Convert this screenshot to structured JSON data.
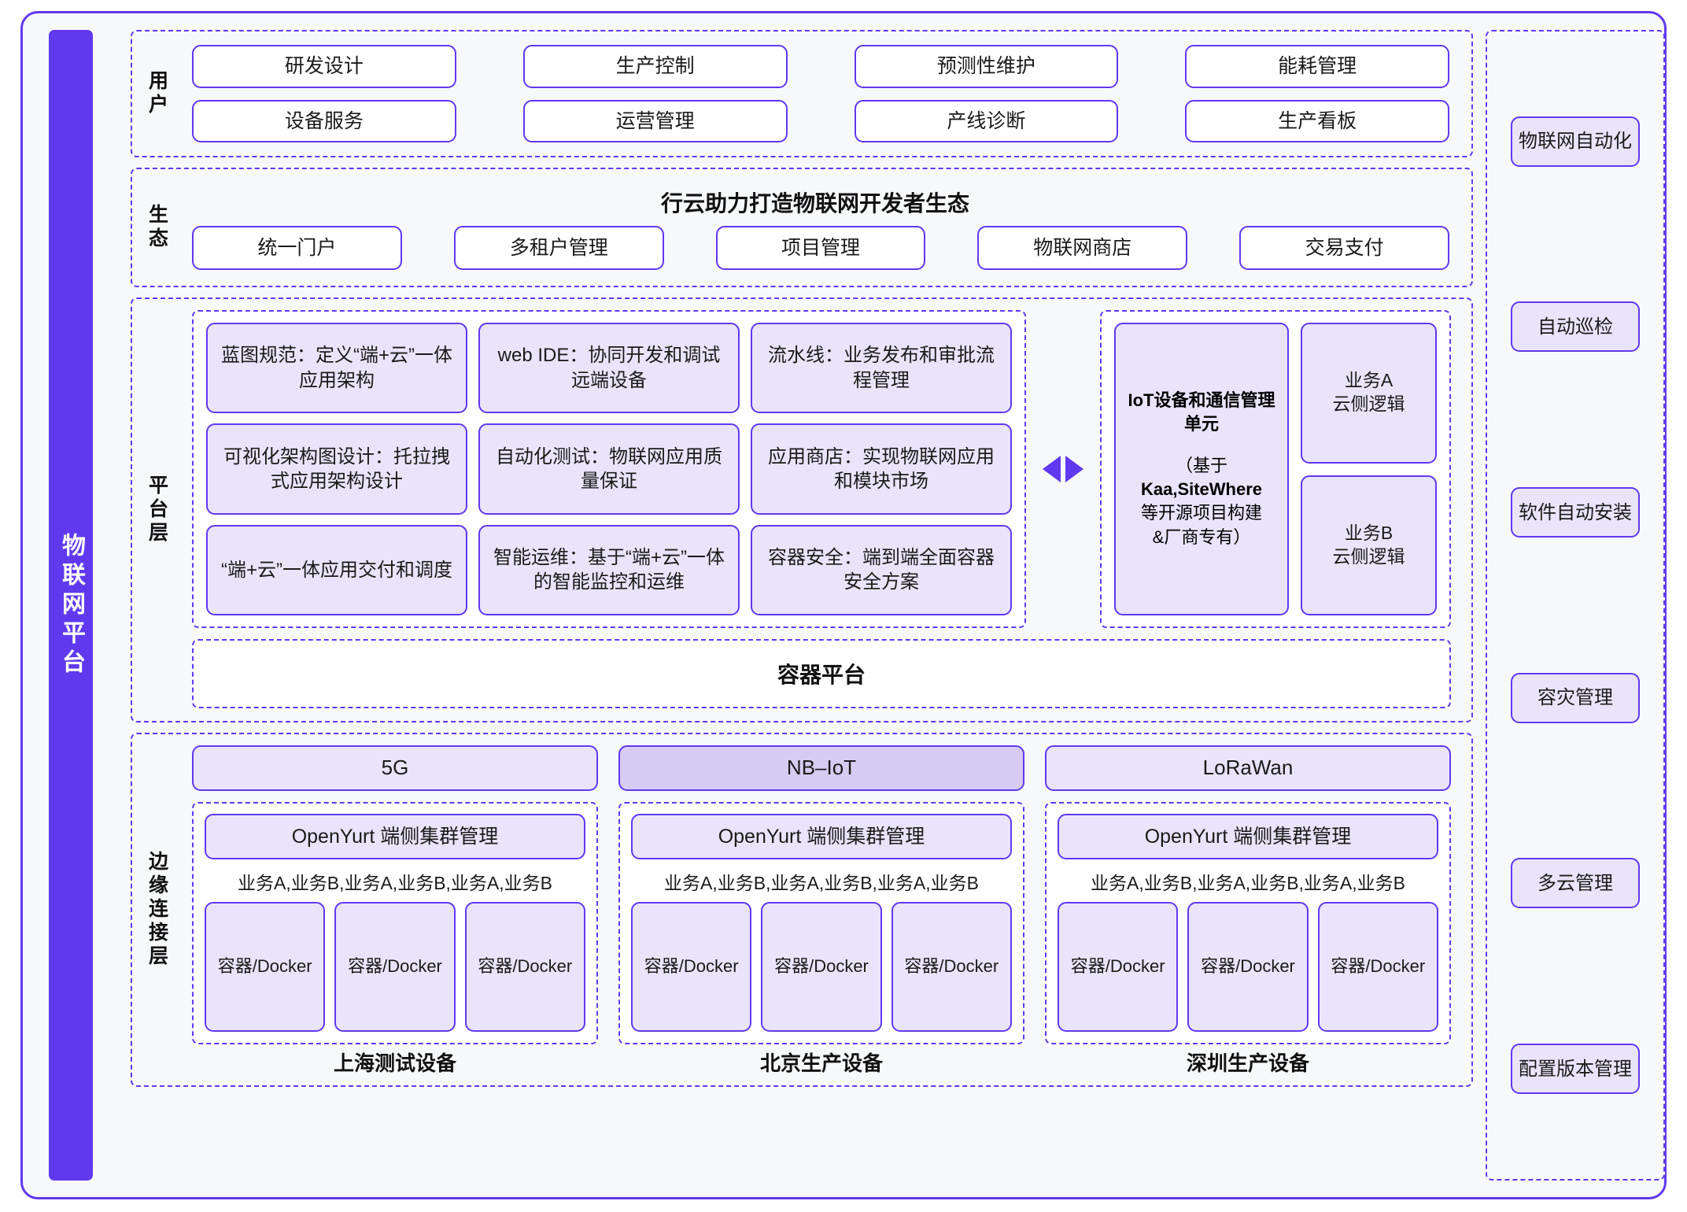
{
  "platform_bar": {
    "label": "物联网平台"
  },
  "sections": {
    "user": {
      "label": "用户",
      "items": [
        "研发设计",
        "生产控制",
        "预测性维护",
        "能耗管理",
        "设备服务",
        "运营管理",
        "产线诊断",
        "生产看板"
      ]
    },
    "ecosystem": {
      "label": "生态",
      "title": "行云助力打造物联网开发者生态",
      "items": [
        "统一门户",
        "多租户管理",
        "项目管理",
        "物联网商店",
        "交易支付"
      ]
    },
    "platform": {
      "label": "平台层",
      "capabilities": [
        "蓝图规范：定义“端+云”一体应用架构",
        "web IDE：协同开发和调试远端设备",
        "流水线：业务发布和审批流程管理",
        "可视化架构图设计：托拉拽式应用架构设计",
        "自动化测试：物联网应用质量保证",
        "应用商店：实现物联网应用和模块市场",
        "“端+云”一体应用交付和调度",
        "智能运维：基于“端+云”一体的智能监控和运维",
        "容器安全：端到端全面容器安全方案"
      ],
      "arrow_left_icon": "triangle-left-icon",
      "arrow_right_icon": "triangle-right-icon",
      "iot_unit": {
        "title": "IoT设备和通信管理单元",
        "note_line1": "（基于",
        "note_line2": "Kaa,SiteWhere",
        "note_line3": "等开源项目构建",
        "note_line4": "&厂商专有）"
      },
      "cloud_logics": [
        "业务A\n云侧逻辑",
        "业务B\n云侧逻辑"
      ],
      "cloud_logic_a_l1": "业务A",
      "cloud_logic_a_l2": "云侧逻辑",
      "cloud_logic_b_l1": "业务B",
      "cloud_logic_b_l2": "云侧逻辑",
      "container_platform": "容器平台"
    },
    "edge": {
      "label": "边缘连接层",
      "columns": [
        {
          "network": "5G",
          "network_highlight": false,
          "cluster": "OpenYurt 端侧集群管理",
          "business": "业务A,业务B,业务A,业务B,业务A,业务B",
          "containers": [
            "容器/Docker",
            "容器/Docker",
            "容器/Docker"
          ],
          "device": "上海测试设备"
        },
        {
          "network": "NB–IoT",
          "network_highlight": true,
          "cluster": "OpenYurt 端侧集群管理",
          "business": "业务A,业务B,业务A,业务B,业务A,业务B",
          "containers": [
            "容器/Docker",
            "容器/Docker",
            "容器/Docker"
          ],
          "device": "北京生产设备"
        },
        {
          "network": "LoRaWan",
          "network_highlight": false,
          "cluster": "OpenYurt 端侧集群管理",
          "business": "业务A,业务B,业务A,业务B,业务A,业务B",
          "containers": [
            "容器/Docker",
            "容器/Docker",
            "容器/Docker"
          ],
          "device": "深圳生产设备"
        }
      ]
    }
  },
  "right_sidebar": {
    "items": [
      "物联网自动化",
      "自动巡检",
      "软件自动安装",
      "容灾管理",
      "多云管理",
      "配置版本管理"
    ]
  },
  "colors": {
    "accent": "#6039EF",
    "lavender": "#e9e4fa",
    "lavender_dark": "#d6ccf2",
    "bg": "#f7f8fa",
    "white": "#ffffff",
    "text": "#1a1a1a"
  }
}
